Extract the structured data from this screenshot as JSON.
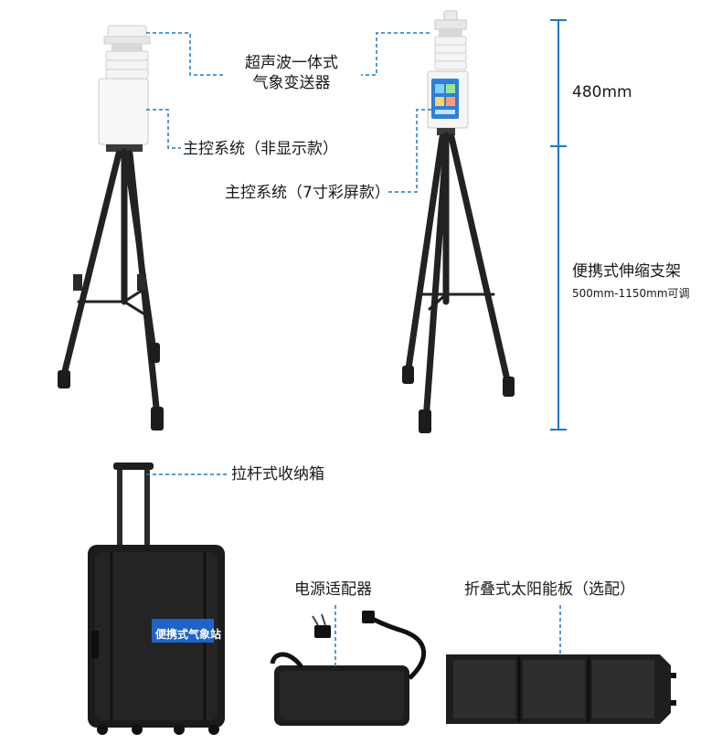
{
  "labels": {
    "transmitter_line1": "超声波一体式",
    "transmitter_line2": "气象变送器",
    "main_control_no_display": "主控系统（非显示款）",
    "main_control_color_screen": "主控系统（7寸彩屏款）",
    "height": "480mm",
    "stand_title": "便携式伸缩支架",
    "stand_range": "500mm-1150mm可调",
    "trolley_case": "拉杆式收纳箱",
    "case_sticker": "便携式气象站",
    "power_adapter": "电源适配器",
    "solar_panel": "折叠式太阳能板（选配）"
  },
  "colors": {
    "accent_blue": "#1a78c8",
    "sticker_blue": "#1e63c8",
    "tripod_black": "#222222",
    "case_black": "#1b1b1b"
  }
}
